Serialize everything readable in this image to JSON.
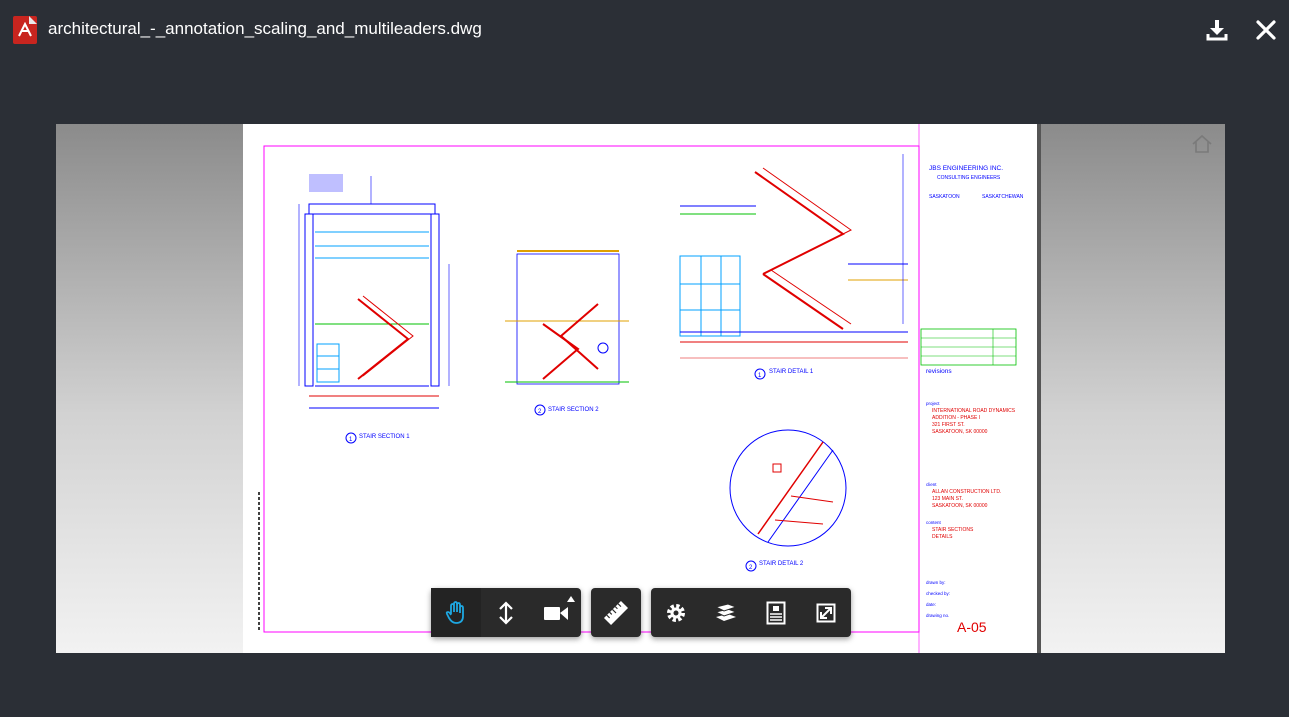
{
  "file": {
    "name": "architectural_-_annotation_scaling_and_multileaders.dwg"
  },
  "header_icons": {
    "file_icon": "autocad-file-icon",
    "download": "download-icon",
    "close": "close-icon"
  },
  "viewer": {
    "home_icon": "home-icon"
  },
  "drawing": {
    "company": "JBS ENGINEERING INC.",
    "company_sub": "CONSULTING ENGINEERS",
    "city": "SASKATOON",
    "province": "SASKATCHEWAN",
    "revisions_label": "revisions",
    "project_label": "project",
    "project_lines": [
      "INTERNATIONAL ROAD DYNAMICS",
      "ADDITION - PHASE I",
      "321 FIRST ST.",
      "SASKATOON, SK 00000"
    ],
    "client_label": "client",
    "client_lines": [
      "ALLAN CONSTRUCTION LTD.",
      "123 MAIN ST.",
      "SASKATOON, SK 00000"
    ],
    "content_label": "content",
    "content_lines": [
      "STAIR SECTIONS",
      "DETAILS"
    ],
    "drawn_by_label": "drawn by:",
    "checked_by_label": "checked by:",
    "date_label": "date:",
    "drawing_no_label": "drawing no.",
    "sheet_number": "A-05",
    "views": [
      {
        "num": "1",
        "title": "STAIR SECTION 1"
      },
      {
        "num": "2",
        "title": "STAIR SECTION 2"
      },
      {
        "num": "1",
        "title": "STAIR DETAIL 1"
      },
      {
        "num": "2",
        "title": "STAIR DETAIL 2"
      }
    ]
  },
  "toolbar": {
    "groups": [
      {
        "tools": [
          {
            "name": "pan",
            "icon": "hand-icon",
            "active": true
          },
          {
            "name": "zoom",
            "icon": "vertical-arrows-icon"
          },
          {
            "name": "camera",
            "icon": "video-camera-icon",
            "has_menu": true
          }
        ]
      },
      {
        "tools": [
          {
            "name": "measure",
            "icon": "ruler-icon"
          }
        ]
      },
      {
        "tools": [
          {
            "name": "settings",
            "icon": "gear-icon"
          },
          {
            "name": "layers",
            "icon": "layers-icon"
          },
          {
            "name": "properties",
            "icon": "properties-icon"
          },
          {
            "name": "fullscreen",
            "icon": "expand-icon"
          }
        ]
      }
    ]
  },
  "colors": {
    "accent": "#1ea7e1",
    "red": "#e00000",
    "blue": "#0000ff",
    "magenta": "#ff00ff",
    "green": "#00c000"
  }
}
